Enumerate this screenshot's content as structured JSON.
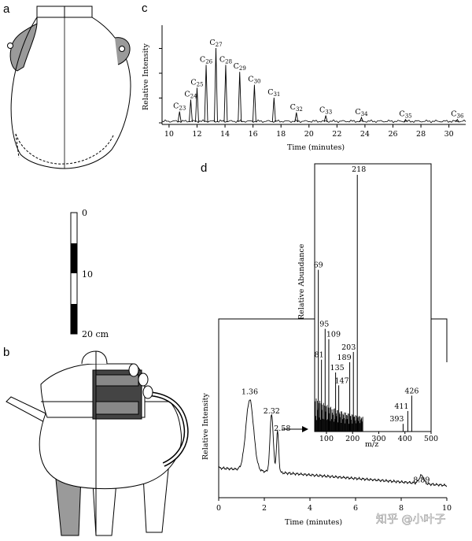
{
  "panels": {
    "a": "a",
    "b": "b",
    "c": "c",
    "d": "d"
  },
  "scale_bar": {
    "labels": [
      "0",
      "10",
      "20 cm"
    ]
  },
  "chart_data": [
    {
      "id": "c",
      "type": "line",
      "xlabel": "Time (minutes)",
      "ylabel": "Relative Intensity",
      "xlim": [
        9.5,
        31.2
      ],
      "xticks": [
        10,
        12,
        14,
        16,
        18,
        20,
        22,
        24,
        26,
        28,
        30
      ],
      "grid": false,
      "peaks": [
        {
          "label": "C",
          "sub": "23",
          "x": 10.75,
          "h": 0.13
        },
        {
          "label": "C",
          "sub": "24",
          "x": 11.55,
          "h": 0.25
        },
        {
          "label": "C",
          "sub": "25",
          "x": 12.0,
          "h": 0.37
        },
        {
          "label": "C",
          "sub": "26",
          "x": 12.65,
          "h": 0.6
        },
        {
          "label": "C",
          "sub": "27",
          "x": 13.35,
          "h": 0.77
        },
        {
          "label": "C",
          "sub": "28",
          "x": 14.05,
          "h": 0.6
        },
        {
          "label": "C",
          "sub": "29",
          "x": 15.05,
          "h": 0.53
        },
        {
          "label": "C",
          "sub": "30",
          "x": 16.1,
          "h": 0.4
        },
        {
          "label": "C",
          "sub": "31",
          "x": 17.5,
          "h": 0.27
        },
        {
          "label": "C",
          "sub": "32",
          "x": 19.1,
          "h": 0.12
        },
        {
          "label": "C",
          "sub": "33",
          "x": 21.2,
          "h": 0.09
        },
        {
          "label": "C",
          "sub": "34",
          "x": 23.75,
          "h": 0.07
        },
        {
          "label": "C",
          "sub": "35",
          "x": 26.9,
          "h": 0.05
        },
        {
          "label": "C",
          "sub": "36",
          "x": 30.6,
          "h": 0.05
        }
      ]
    },
    {
      "id": "d-main",
      "type": "line",
      "xlabel": "Time (minutes)",
      "ylabel": "Relative Intensity",
      "xlim": [
        0,
        10
      ],
      "xticks": [
        0,
        2,
        4,
        6,
        8,
        10
      ],
      "grid": false,
      "peaks": [
        {
          "label": "1.36",
          "x": 1.36,
          "h": 0.74
        },
        {
          "label": "2.32",
          "x": 2.32,
          "h": 0.6
        },
        {
          "label": "2.58",
          "x": 2.58,
          "h": 0.47
        },
        {
          "label": "8.89",
          "x": 8.89,
          "h": 0.09
        }
      ]
    },
    {
      "id": "d-inset",
      "type": "bar",
      "xlabel": "m/z",
      "ylabel": "Relative Abundance",
      "xlim": [
        55,
        500
      ],
      "xticks": [
        100,
        200,
        300,
        400,
        500
      ],
      "grid": false,
      "labeled_peaks": [
        {
          "label": "69",
          "x": 69,
          "y": 0.63
        },
        {
          "label": "81",
          "x": 81,
          "y": 0.28
        },
        {
          "label": "95",
          "x": 95,
          "y": 0.4
        },
        {
          "label": "109",
          "x": 109,
          "y": 0.36
        },
        {
          "label": "135",
          "x": 135,
          "y": 0.23
        },
        {
          "label": "147",
          "x": 147,
          "y": 0.18
        },
        {
          "label": "189",
          "x": 189,
          "y": 0.27
        },
        {
          "label": "203",
          "x": 203,
          "y": 0.31
        },
        {
          "label": "218",
          "x": 218,
          "y": 1.0
        },
        {
          "label": "393",
          "x": 393,
          "y": 0.03
        },
        {
          "label": "411",
          "x": 411,
          "y": 0.08
        },
        {
          "label": "426",
          "x": 426,
          "y": 0.14
        }
      ]
    }
  ],
  "watermark": "知乎 @小叶子"
}
